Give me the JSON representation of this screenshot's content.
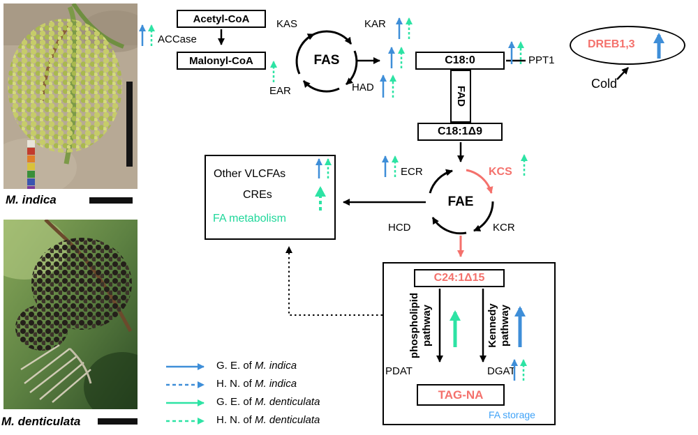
{
  "colors": {
    "blue": "#3e8ed8",
    "green": "#2de3a4",
    "red": "#f4716c",
    "storage_blue": "#3fa2f7"
  },
  "photos": {
    "top": {
      "label": "M. indica"
    },
    "bottom": {
      "label": "M. denticulata"
    }
  },
  "pathway": {
    "inputs": {
      "acetyl_coa": "Acetyl-CoA",
      "malonyl_coa": "Malonyl-CoA",
      "accase": "ACCase"
    },
    "fas_cycle": {
      "center": "FAS",
      "kas": "KAS",
      "kar": "KAR",
      "had": "HAD",
      "ear": "EAR"
    },
    "intermediates": {
      "c18_0": "C18:0",
      "fad": "FAD",
      "c18_1d9": "C18:1Δ9",
      "c24_1d15": "C24:1Δ15"
    },
    "cold_regulation": {
      "ppt1": "PPT1",
      "dreb": "DREB1,3",
      "cold": "Cold"
    },
    "fae_cycle": {
      "center": "FAE",
      "ecr": "ECR",
      "kcs": "KCS",
      "kcr": "KCR",
      "hcd": "HCD"
    },
    "vlcfa_box": {
      "line1": "Other VLCFAs",
      "line2": "CREs",
      "line3": "FA metabolism"
    },
    "storage_box": {
      "phospholipid_l1": "phospholipid",
      "phospholipid_l2": "pathway",
      "kennedy_l1": "Kennedy",
      "kennedy_l2": "pathway",
      "pdat": "PDAT",
      "dgat": "DGAT",
      "tag_na": "TAG-NA",
      "fa_storage": "FA storage"
    }
  },
  "legend": {
    "items": [
      {
        "prefix": "G. E. of ",
        "species": "M. indica",
        "color": "blue",
        "style": "solid"
      },
      {
        "prefix": "H. N. of ",
        "species": "M. indica",
        "color": "blue",
        "style": "dashed"
      },
      {
        "prefix": "G. E. of ",
        "species": "M. denticulata",
        "color": "green",
        "style": "solid"
      },
      {
        "prefix": "H. N. of ",
        "species": "M. denticulata",
        "color": "green",
        "style": "dashed"
      }
    ]
  }
}
